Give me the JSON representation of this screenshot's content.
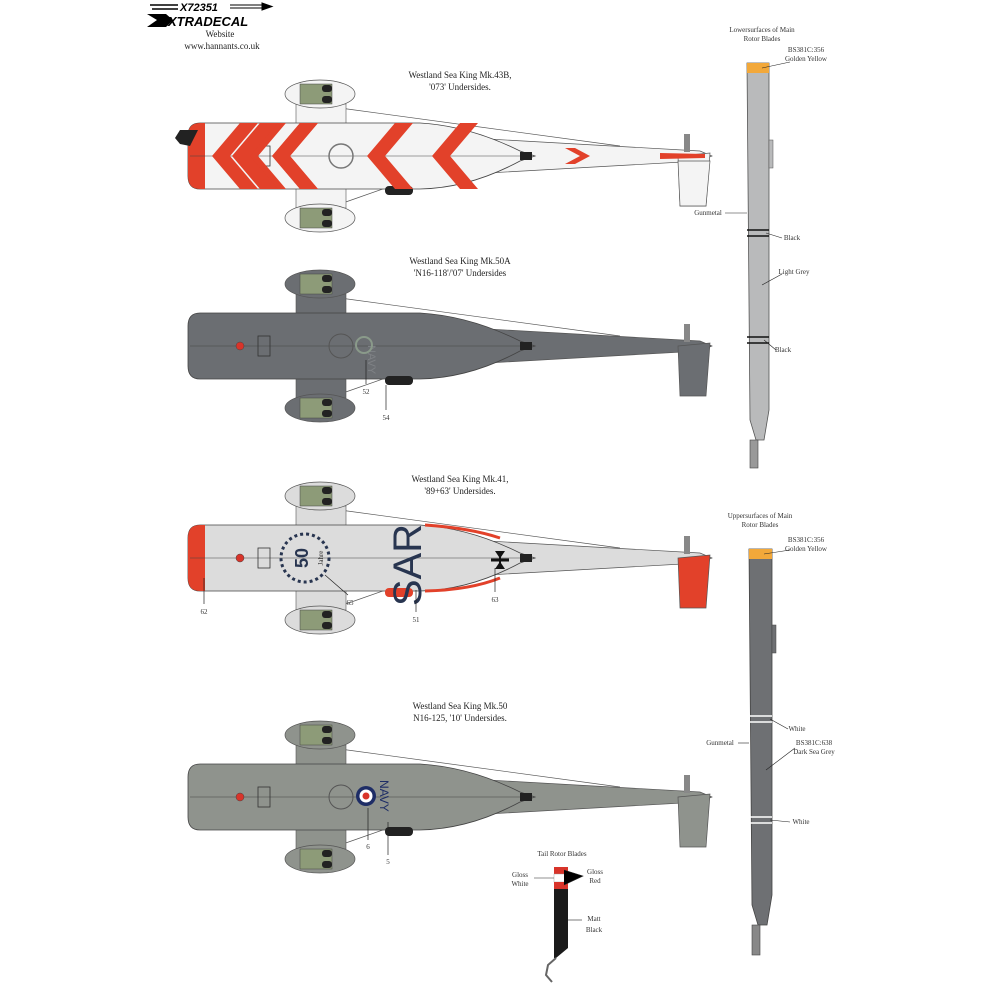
{
  "header": {
    "product_code": "X72351",
    "brand": "XTRADECAL",
    "website_label": "Website",
    "url": "www.hannants.co.uk"
  },
  "profiles": [
    {
      "title": "Westland Sea King Mk.43B,",
      "subtitle": "'073' Undersides.",
      "body": "#f4f4f4",
      "accent": "#e2412a"
    },
    {
      "title": "Westland Sea King Mk.50A",
      "subtitle": "'N16-118'/'07' Undersides",
      "body": "#6b6e72",
      "accent": "#6b6e72",
      "marking": "NAVY"
    },
    {
      "title": "Westland Sea King Mk.41,",
      "subtitle": "'89+63' Undersides.",
      "body": "#dcdcdc",
      "accent": "#e2412a",
      "marking": "SAR",
      "badge_number": "50",
      "badge_text": "Jahre"
    },
    {
      "title": "Westland Sea King Mk.50",
      "subtitle": "N16-125, '10' Undersides.",
      "body": "#8f938d",
      "accent": "#8f938d",
      "marking": "NAVY"
    }
  ],
  "callouts": {
    "c52": "52",
    "c54": "54",
    "c62": "62",
    "c65": "65",
    "c51": "51",
    "c63": "63",
    "c6": "6",
    "c5": "5"
  },
  "lower_blades": {
    "title1": "Lowersurfaces of Main",
    "title2": "Rotor Blades",
    "tip_code": "BS381C:356",
    "tip_name": "Golden Yellow",
    "gunmetal": "Gunmetal",
    "black1": "Black",
    "light_grey": "Light Grey",
    "black2": "Black"
  },
  "upper_blades": {
    "title1": "Uppersurfaces of Main",
    "title2": "Rotor Blades",
    "tip_code": "BS381C:356",
    "tip_name": "Golden Yellow",
    "white1": "White",
    "gunmetal": "Gunmetal",
    "body_code": "BS381C:638",
    "body_name": "Dark Sea Grey",
    "white2": "White"
  },
  "tail_rotor": {
    "title": "Tail Rotor Blades",
    "gloss_white1": "Gloss",
    "gloss_white2": "White",
    "gloss_red1": "Gloss",
    "gloss_red2": "Red",
    "matt_black1": "Matt",
    "matt_black2": "Black"
  },
  "colors": {
    "yellow": "#f2a83a",
    "red": "#e2412a",
    "light_grey": "#b9babb",
    "dark_sea_grey": "#6e7073",
    "black": "#1a1a1a"
  }
}
